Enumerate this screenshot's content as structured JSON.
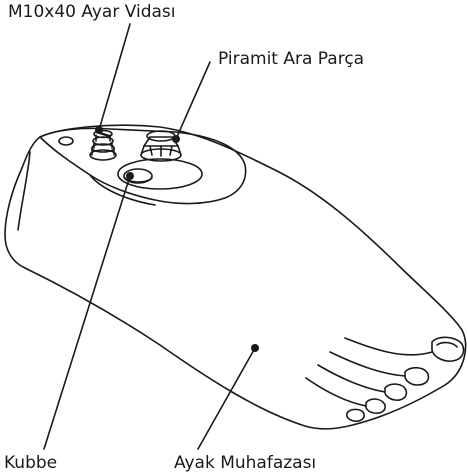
{
  "labels": {
    "screw": "M10x40 Ayar Vidası",
    "pyramid_spacer": "Piramit Ara Parça",
    "dome": "Kubbe",
    "foot_cover": "Ayak Muhafazası"
  },
  "colors": {
    "stroke": "#1a1a1a",
    "background": "#ffffff"
  }
}
